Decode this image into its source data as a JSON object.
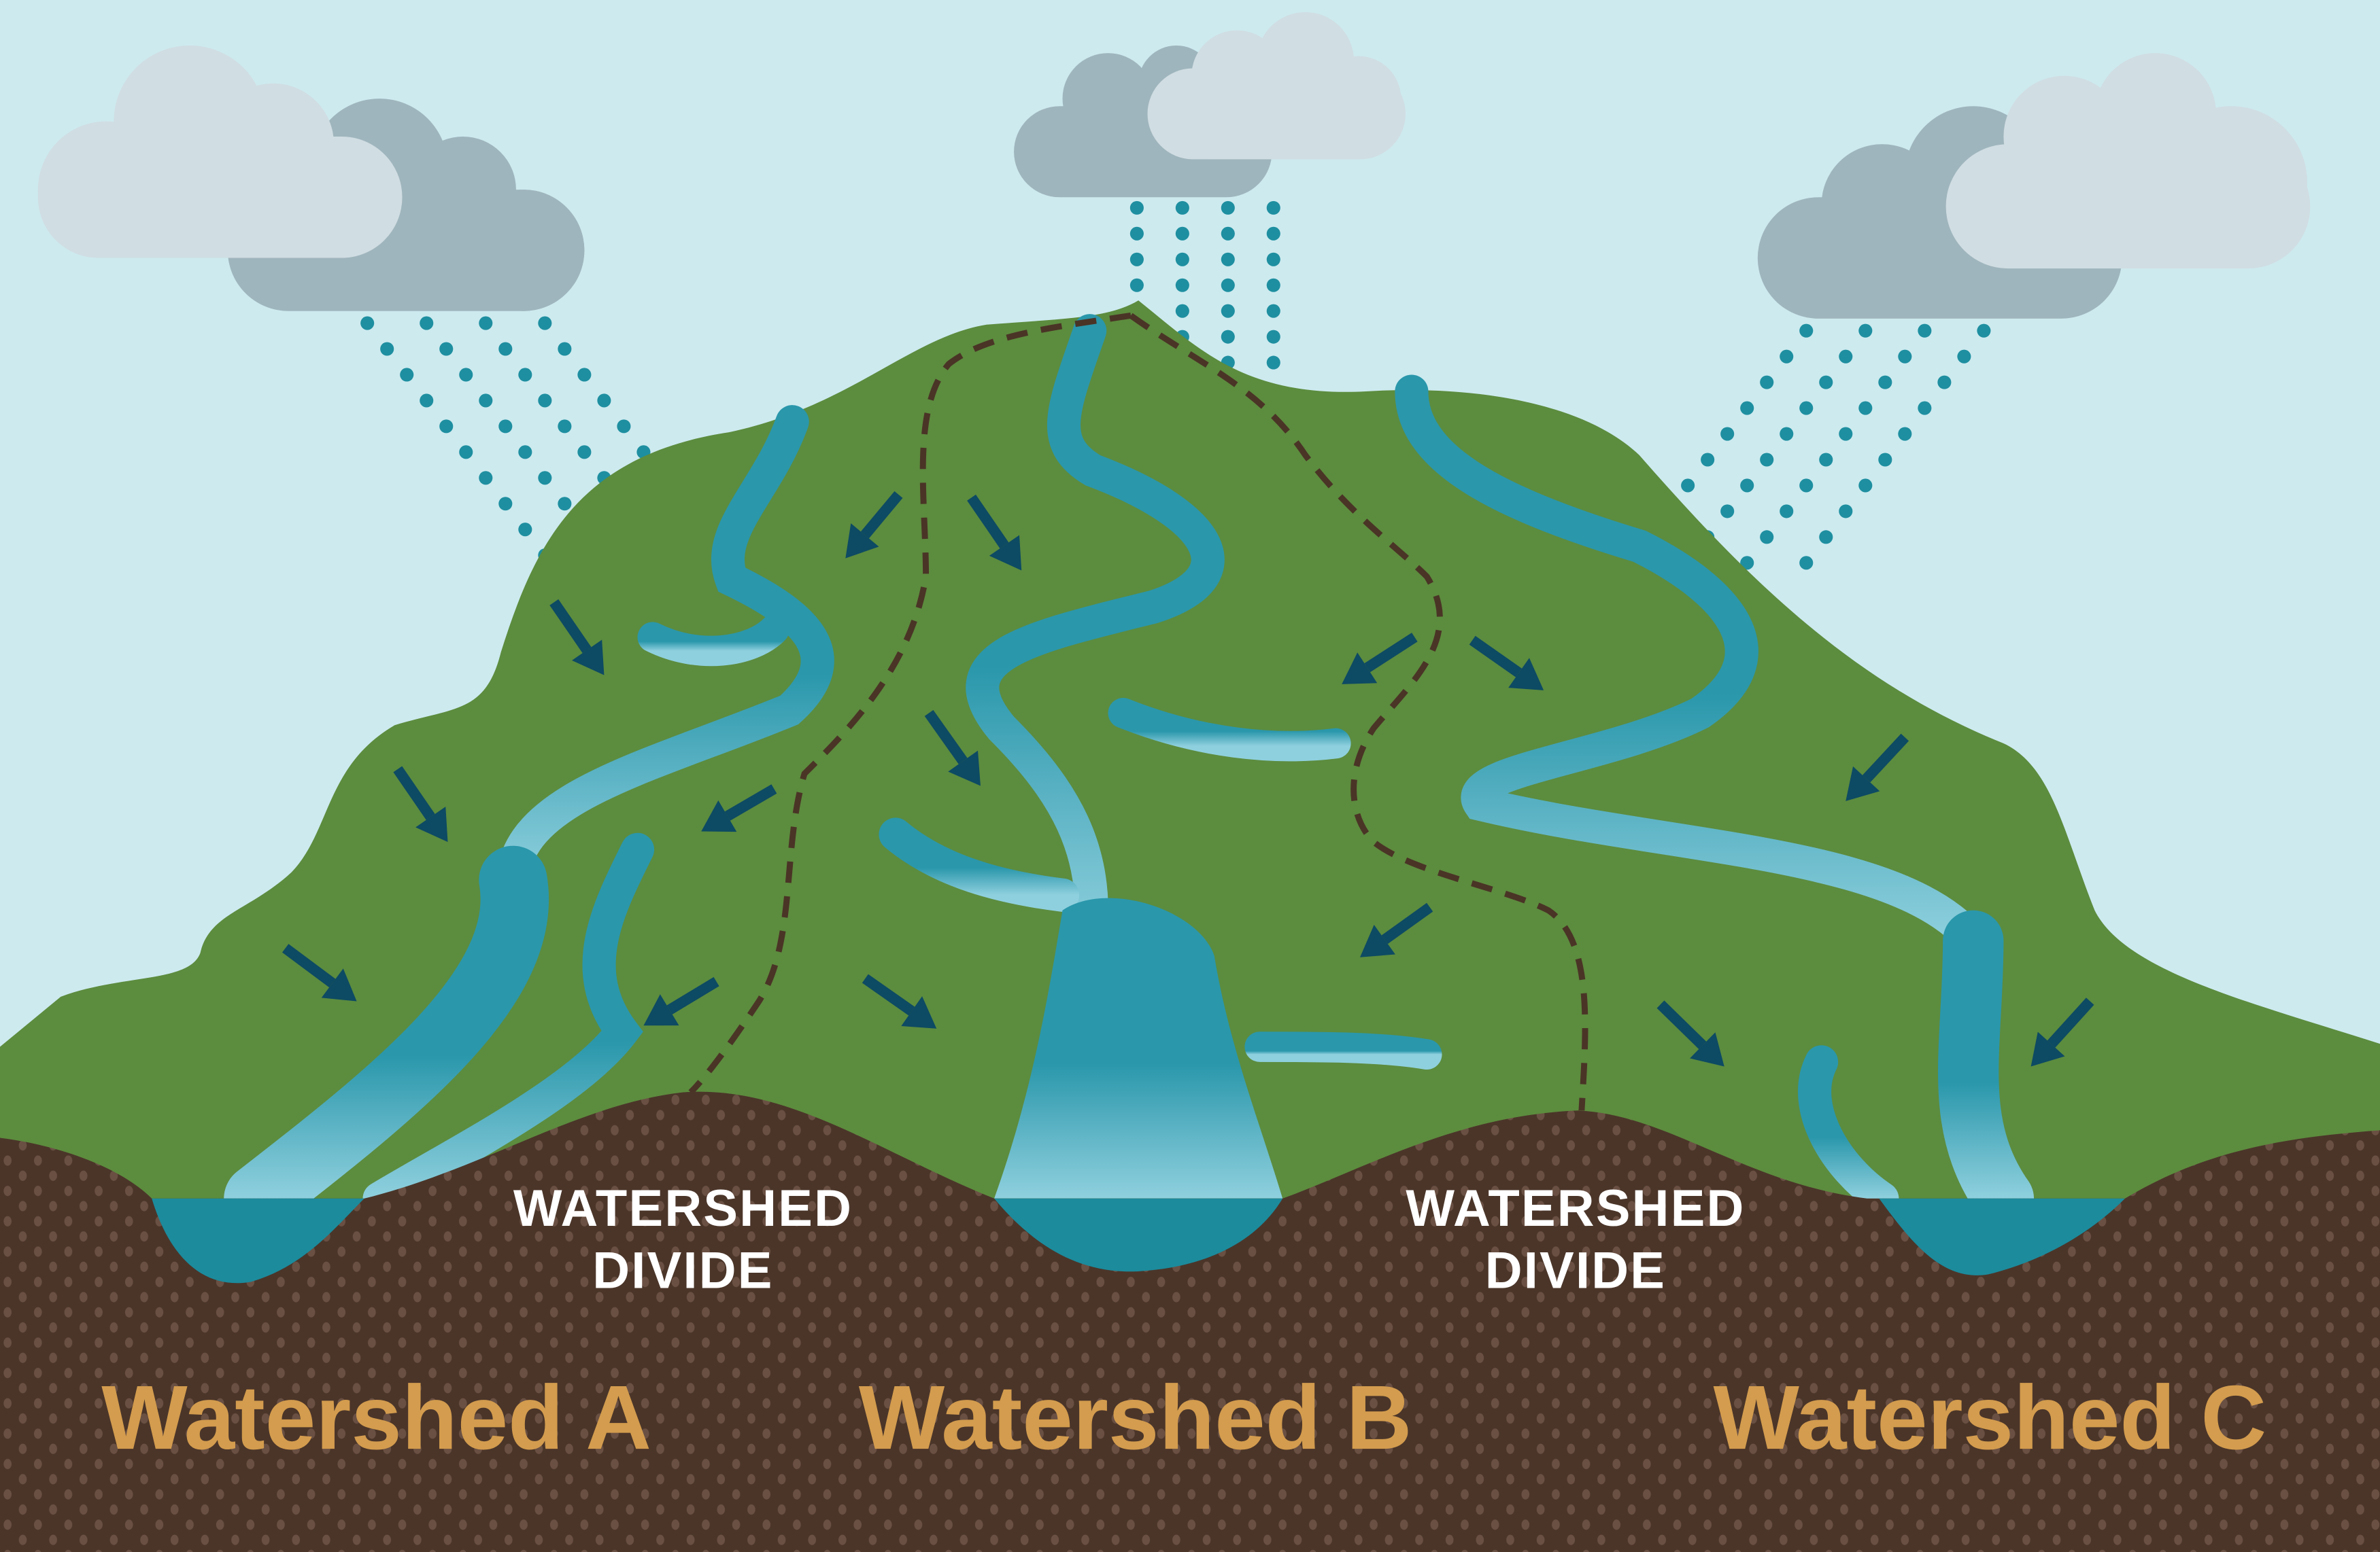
{
  "diagram": {
    "divides": [
      {
        "line1": "WATERSHED",
        "line2": "DIVIDE"
      },
      {
        "line1": "WATERSHED",
        "line2": "DIVIDE"
      }
    ],
    "watersheds": [
      {
        "label": "Watershed A"
      },
      {
        "label": "Watershed B"
      },
      {
        "label": "Watershed C"
      }
    ],
    "colors": {
      "sky": "#cdeaef",
      "cloud_light": "#d0dde2",
      "cloud_dark": "#9fb5bd",
      "rain": "#1e8fa0",
      "land": "#5c8c3e",
      "water": "#2a97ab",
      "water_light": "#8fd0de",
      "lake": "#1c8b9c",
      "soil": "#4b3529",
      "soil_dot": "#6a5043",
      "arrow": "#0d4a63",
      "divide_line": "#4a3426",
      "label_orange": "#d39c4e",
      "label_white": "#ffffff"
    },
    "icons": [
      "cloud-icon",
      "rain-icon",
      "flow-arrow-icon"
    ]
  }
}
